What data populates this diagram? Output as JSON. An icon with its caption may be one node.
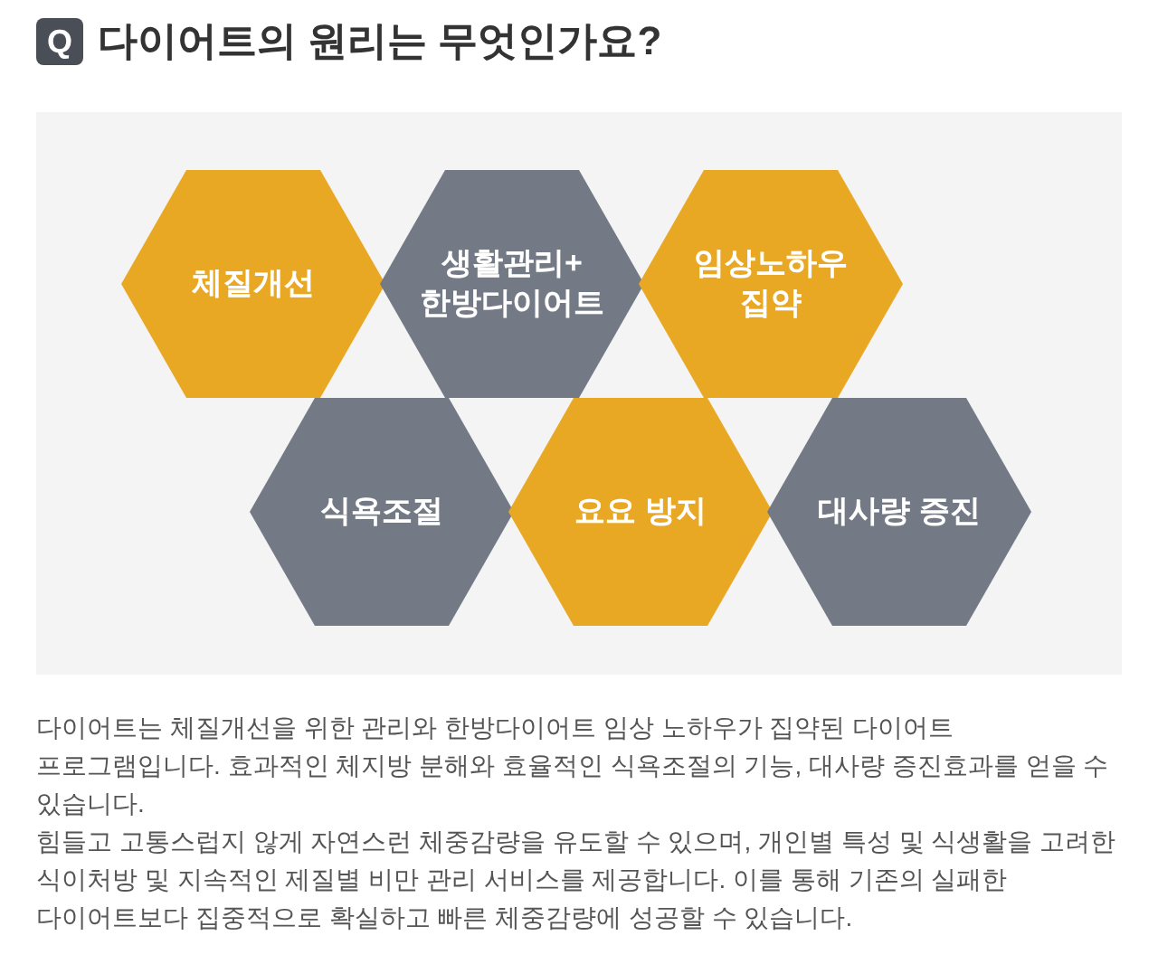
{
  "diagram": {
    "title": "다이어트의 원리는 무엇인가요?",
    "nodes": [
      {
        "text": [
          "체질개선"
        ]
      },
      {
        "text": [
          "생활관리+ 한방다이어트"
        ]
      },
      {
        "text": [
          "임상노하우 집약"
        ]
      },
      {
        "text": [
          "식욕조절"
        ]
      },
      {
        "text": [
          "요요 방지"
        ]
      },
      {
        "text": [
          "대사량 증진"
        ]
      }
    ],
    "labels": [
      "Q",
      "다이어트는 체질개선을 위한 관리와 한방다이어트 임상 노하우가 집약된 다이어트 프로그램입니다. 효과적인 체지방 분해와 효율적인 식욕조절의 기능, 대사량 증진효과를 얻을 수 있습니다.",
      "힘들고 고통스럽지 않게 자연스런 체중감량을 유도할 수 있으며, 개인별 특성 및 식생활을 고려한 식이처방 및 지속적인 제질별 비만 관리 서비스를 제공합니다. 이를 통해 기존의 실패한 다이어트보다 집중적으로 확실하고 빠른 체중감량에 성공할 수 있습니다."
    ]
  }
}
